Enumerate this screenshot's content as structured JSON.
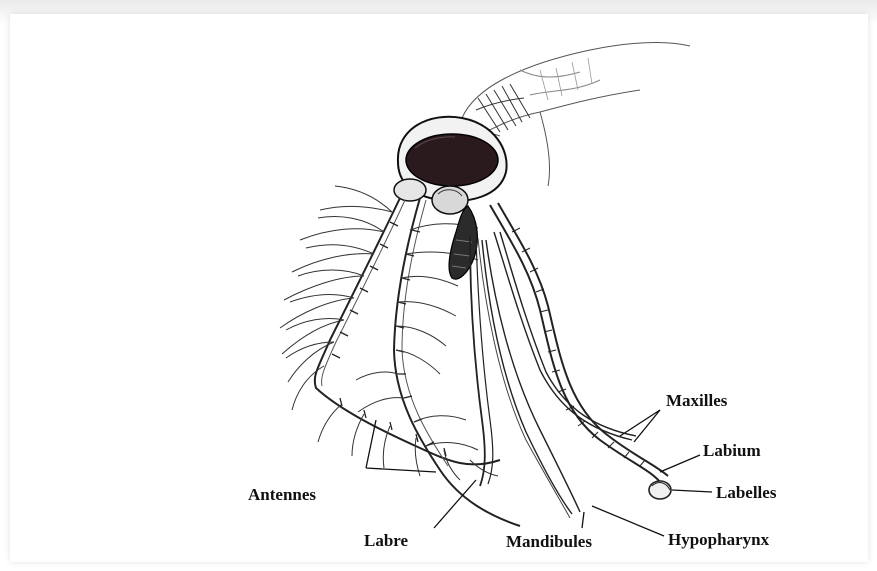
{
  "diagram": {
    "labels": {
      "maxilles": "Maxilles",
      "labium": "Labium",
      "labelles": "Labelles",
      "antennes": "Antennes",
      "labre": "Labre",
      "mandibules": "Mandibules",
      "hypopharynx": "Hypopharynx"
    }
  }
}
